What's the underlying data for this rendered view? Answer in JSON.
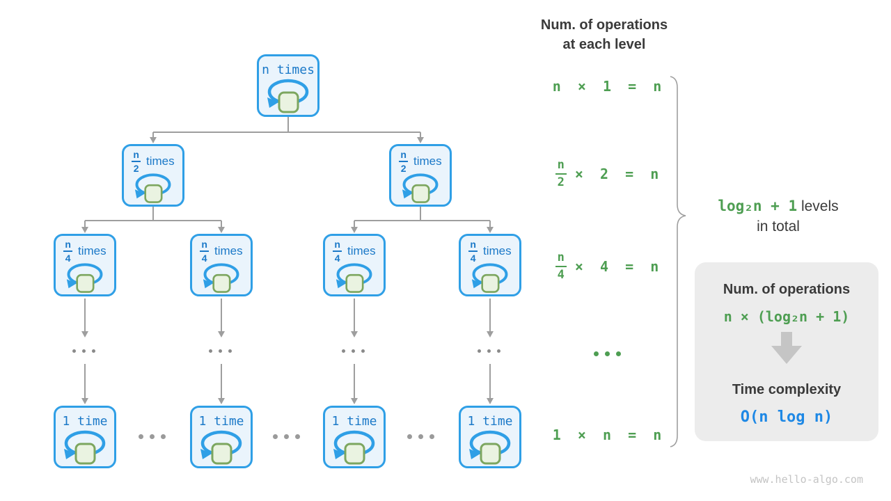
{
  "header": {
    "line1": "Num. of operations",
    "line2": "at each level"
  },
  "tree": {
    "levels": [
      {
        "nodes": [
          {
            "label": "n times"
          }
        ]
      },
      {
        "nodes": [
          {
            "numerator": "n",
            "denominator": "2",
            "suffix": "times"
          },
          {
            "numerator": "n",
            "denominator": "2",
            "suffix": "times"
          }
        ]
      },
      {
        "nodes": [
          {
            "numerator": "n",
            "denominator": "4",
            "suffix": "times"
          },
          {
            "numerator": "n",
            "denominator": "4",
            "suffix": "times"
          },
          {
            "numerator": "n",
            "denominator": "4",
            "suffix": "times"
          },
          {
            "numerator": "n",
            "denominator": "4",
            "suffix": "times"
          }
        ]
      },
      {
        "nodes": [
          {
            "label": "1 time"
          },
          {
            "label": "1 time"
          },
          {
            "label": "1 time"
          },
          {
            "label": "1 time"
          }
        ]
      }
    ]
  },
  "formulas": {
    "row1": "n  ×  1  =  n",
    "row2": {
      "numerator": "n",
      "denominator": "2",
      "rest": "×  2  =  n"
    },
    "row3": {
      "numerator": "n",
      "denominator": "4",
      "rest": "×  4  =  n"
    },
    "row5": "1  ×  n  =  n"
  },
  "brace_label": {
    "formula": "log₂n + 1",
    "suffix": " levels",
    "line2": "in total"
  },
  "summary_box": {
    "title": "Num. of operations",
    "formula": "n × (log₂n + 1)",
    "subtitle": "Time complexity",
    "result": "O(n log n)"
  },
  "watermark": "www.hello-algo.com",
  "colors": {
    "node_border_blue": "#2f9fe6",
    "node_fill_blue": "#eaf4fc",
    "node_text_blue": "#1b79c8",
    "green": "#4e9e52",
    "square_fill": "#eaf3e1",
    "square_border": "#7ca65f",
    "connector_gray": "#9e9e9e",
    "dark_text": "#3a3a3a",
    "box_gray": "#ececec",
    "result_blue": "#1e88e5"
  }
}
